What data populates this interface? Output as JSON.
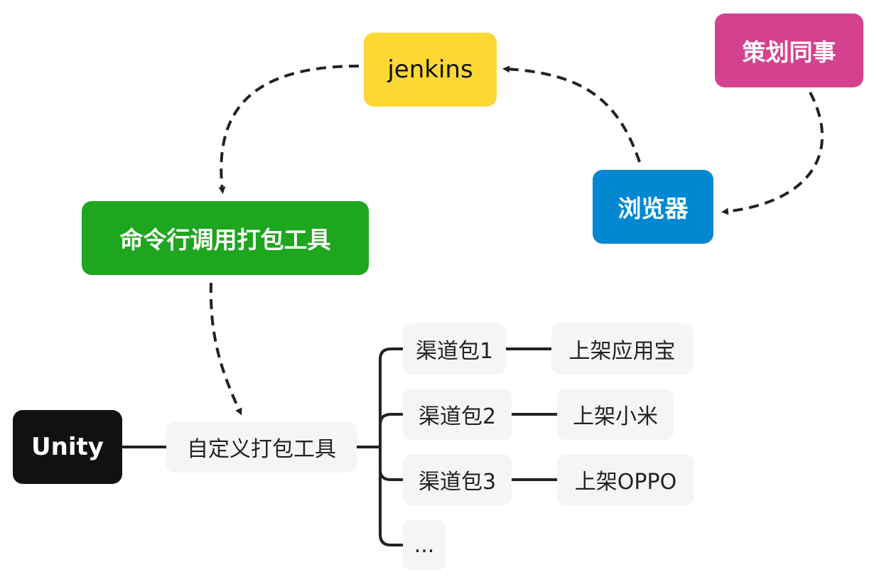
{
  "colors": {
    "jenkins": "#fdd835",
    "planner": "#d4418e",
    "browser": "#0288d1",
    "cli_tool": "#1ea61e",
    "unity": "#111111",
    "sub_bg": "#f5f5f5",
    "line": "#222222"
  },
  "nodes": {
    "jenkins": "jenkins",
    "planner": "策划同事",
    "browser": "浏览器",
    "cli_tool": "命令行调用打包工具",
    "unity": "Unity",
    "custom_tool": "自定义打包工具",
    "channels": [
      {
        "label": "渠道包1",
        "target": "上架应用宝"
      },
      {
        "label": "渠道包2",
        "target": "上架小米"
      },
      {
        "label": "渠道包3",
        "target": "上架OPPO"
      },
      {
        "label": "...",
        "target": ""
      }
    ]
  }
}
